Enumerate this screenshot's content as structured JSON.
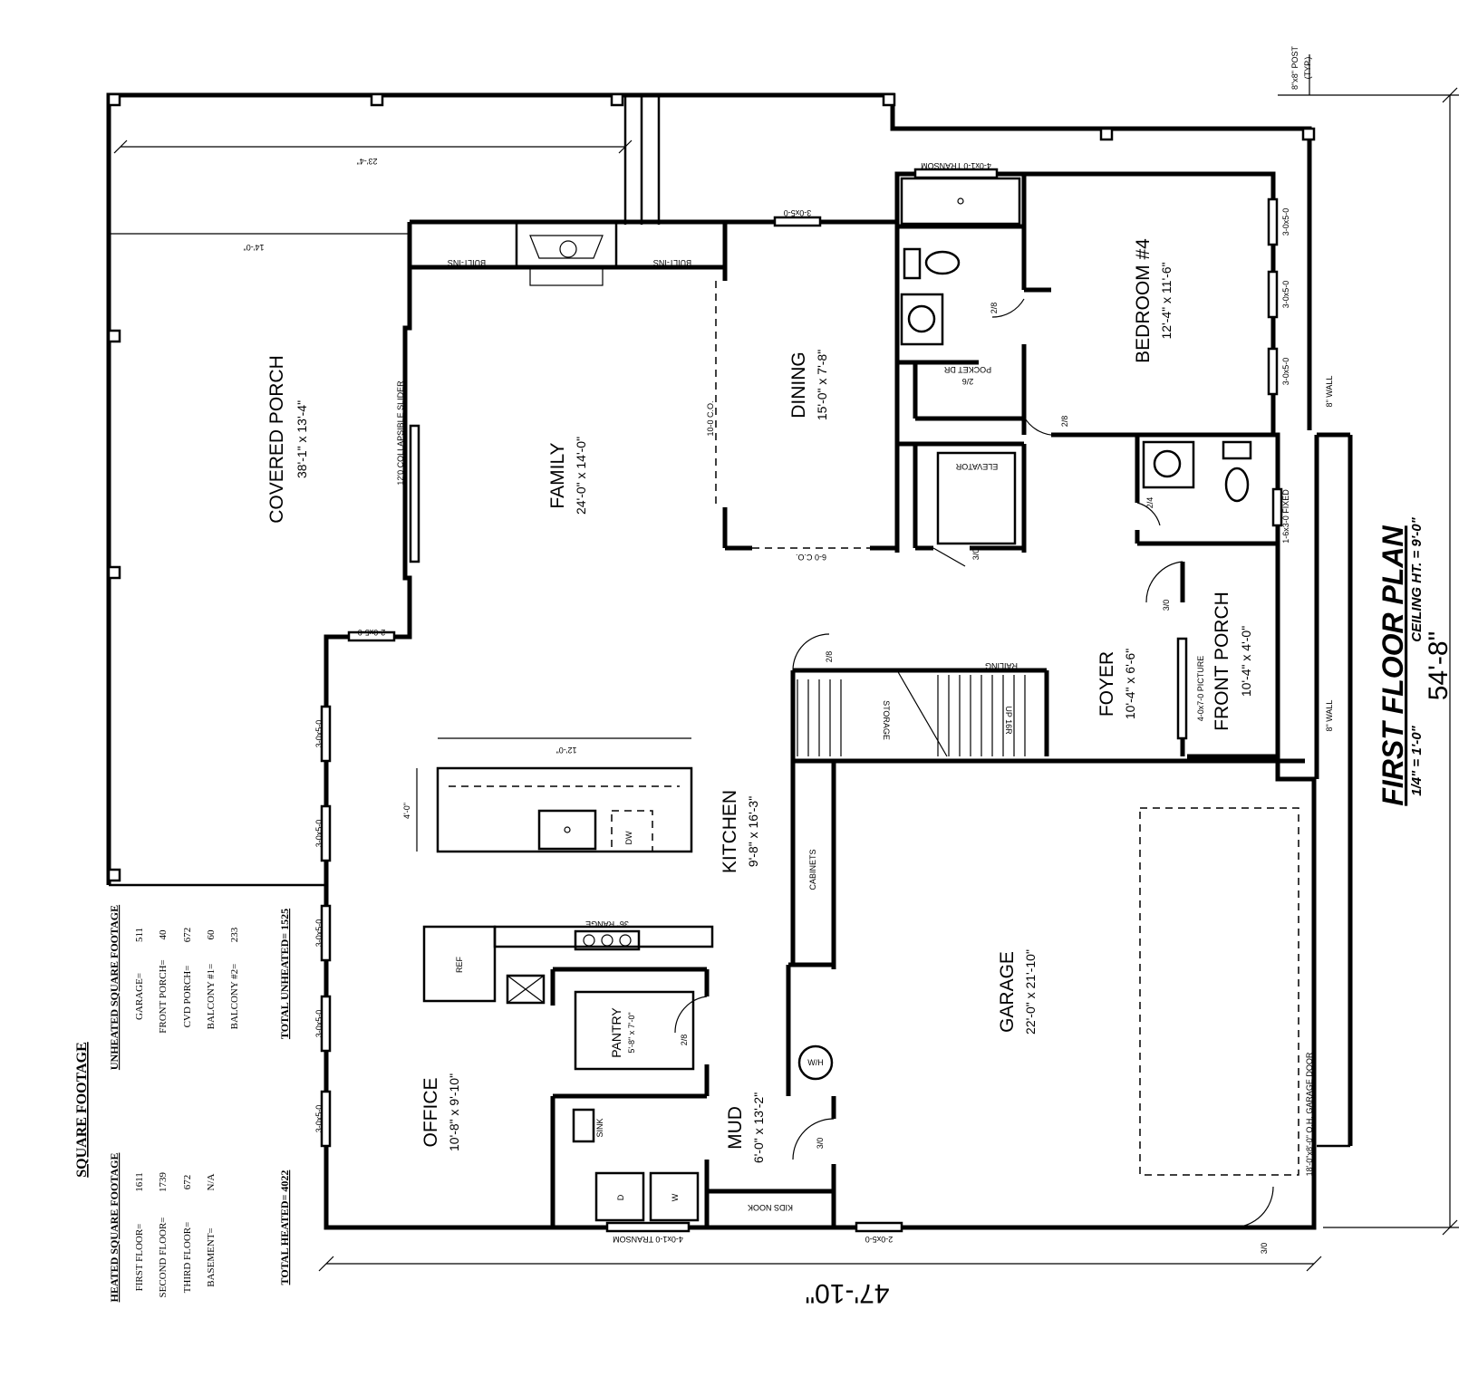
{
  "plan_title": "FIRST FLOOR PLAN",
  "scale": "1/4\" = 1'-0\"",
  "ceiling": "CEILING HT. = 9'-0\"",
  "overall_width": "47'-10\"",
  "overall_depth": "54'-8\"",
  "rooms": {
    "covered_porch": {
      "name": "COVERED PORCH",
      "size": "38'-1\" x 13'-4\""
    },
    "family": {
      "name": "FAMILY",
      "size": "24'-0\" x 14'-0\""
    },
    "dining": {
      "name": "DINING",
      "size": "15'-0\" x 7'-8\""
    },
    "bedroom": {
      "name": "BEDROOM #4",
      "size": "12'-4\" x 11'-6\""
    },
    "foyer": {
      "name": "FOYER",
      "size": "10'-4\" x 6'-6\""
    },
    "front_porch": {
      "name": "FRONT PORCH",
      "size": "10'-4\" x 4'-0\""
    },
    "kitchen": {
      "name": "KITCHEN",
      "size": "9'-8\" x 16'-3\""
    },
    "garage": {
      "name": "GARAGE",
      "size": "22'-0\" x 21'-10\""
    },
    "pantry": {
      "name": "PANTRY",
      "size": "5'-8\" x 7'-0\""
    },
    "office": {
      "name": "OFFICE",
      "size": "10'-8\" x 9'-10\""
    },
    "mud": {
      "name": "MUD",
      "size": "6'-0\" x 13'-2\""
    }
  },
  "notes": {
    "porch_dim": "23'-4\"",
    "porch_dim2": "14'-0\"",
    "island_len": "12'-0\"",
    "island_w": "4'-0\"",
    "transom_top": "4-0x1-0 TRANSOM",
    "transom_bottom": "4-0x1-0 TRANSOM",
    "w_dining_top": "3-0x5-0",
    "built_ins": "BUILT-INS",
    "slider": "12'0 COLLAPSIBLE SLIDER",
    "co_10": "10-0 C.O.",
    "co_6": "6-0 C.O.",
    "elevator": "ELEVATOR",
    "pocket": "POCKET DR",
    "pocket_size": "2/6",
    "d28": "2/8",
    "d24": "2/4",
    "d30": "3/0",
    "w_20x50": "2-0x5-0",
    "w_30x50": "3-0x5-0",
    "post": "8\"x8\" POST",
    "typ": "(TYP.)",
    "wall8": "8\" WALL",
    "fixed": "1-6x3-0 FIXED",
    "picture": "4-0x7-0 PICTURE",
    "railing": "RAILING",
    "up": "UP 16R",
    "storage": "STORAGE",
    "cabinets": "CABINETS",
    "range": "36\" RANGE",
    "ref": "REF",
    "dw": "DW",
    "wh": "W/H",
    "sink": "SINK",
    "dryer": "D",
    "washer": "W",
    "kids_nook": "KIDS NOOK",
    "garage_door": "18'-0\"x8'-0\" O.H. GARAGE DOOR"
  },
  "square_footage": {
    "title": "SQUARE FOOTAGE",
    "heated_title": "HEATED SQUARE FOOTAGE",
    "heated": [
      {
        "label": "FIRST FLOOR=",
        "value": "1611"
      },
      {
        "label": "SECOND FLOOR=",
        "value": "1739"
      },
      {
        "label": "THIRD FLOOR=",
        "value": "672"
      },
      {
        "label": "BASEMENT=",
        "value": "N/A"
      }
    ],
    "total_heated": "TOTAL HEATED= 4022",
    "unheated_title": "UNHEATED SQUARE FOOTAGE",
    "unheated": [
      {
        "label": "GARAGE=",
        "value": "511"
      },
      {
        "label": "FRONT PORCH=",
        "value": "40"
      },
      {
        "label": "CVD PORCH=",
        "value": "672"
      },
      {
        "label": "BALCONY #1=",
        "value": "60"
      },
      {
        "label": "BALCONY #2=",
        "value": "233"
      }
    ],
    "total_unheated": "TOTAL UNHEATED= 1525"
  }
}
